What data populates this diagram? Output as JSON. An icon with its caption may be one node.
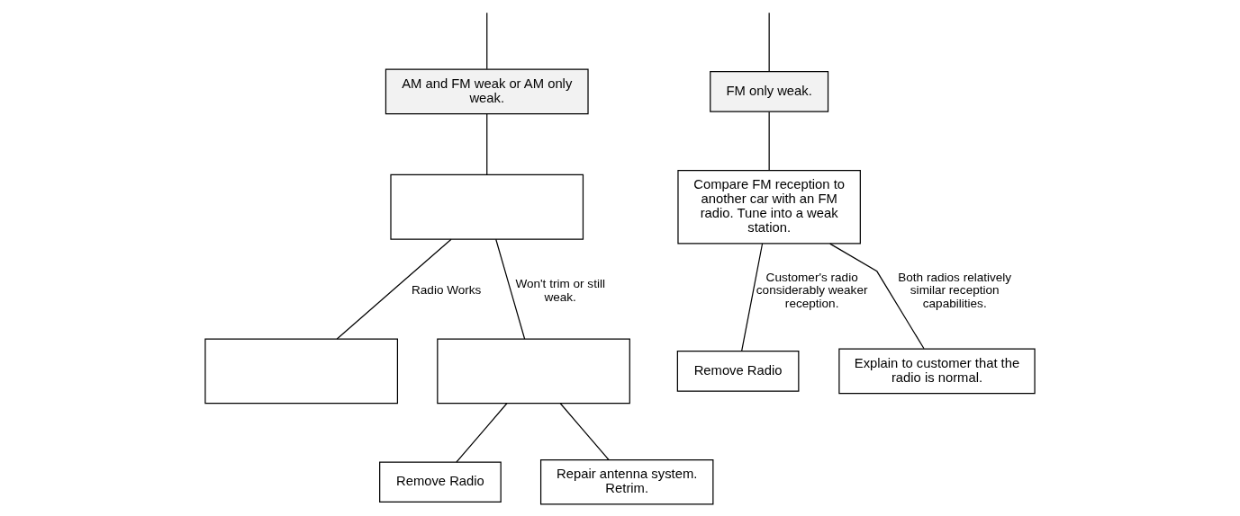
{
  "diagram": {
    "nodes": [
      {
        "text": [
          "AM and FM weak or AM only weak."
        ]
      },
      {
        "text": [
          "FM only weak."
        ]
      },
      {
        "text": [],
        "shape": "box"
      },
      {
        "text": [
          "Compare FM reception to another car with an FM radio. Tune into a weak station."
        ]
      },
      {
        "text": [],
        "shape": "box"
      },
      {
        "text": [],
        "shape": "box"
      },
      {
        "text": [
          "Remove Radio"
        ]
      },
      {
        "text": [
          "Repair antenna system. Retrim."
        ]
      },
      {
        "text": [
          "Remove Radio"
        ]
      },
      {
        "text": [
          "Explain to customer that the radio is normal."
        ]
      }
    ],
    "edges": [
      {
        "from": null,
        "to": 0,
        "arrow": "none"
      },
      {
        "from": null,
        "to": 1,
        "arrow": "none"
      },
      {
        "from": 0,
        "to": 2,
        "arrow": "none"
      },
      {
        "from": 1,
        "to": 3,
        "arrow": "none"
      },
      {
        "from": 2,
        "to": 4,
        "arrow": "none",
        "label": "Radio Works"
      },
      {
        "from": 2,
        "to": 5,
        "arrow": "none",
        "label": "Won't trim or still weak."
      },
      {
        "from": 5,
        "to": 6,
        "arrow": "none"
      },
      {
        "from": 5,
        "to": 7,
        "arrow": "none"
      },
      {
        "from": 3,
        "to": 8,
        "arrow": "none",
        "label": "Customer's radio considerably weaker reception."
      },
      {
        "from": 3,
        "to": 9,
        "arrow": "none",
        "label": "Both radios relatively similar reception capabilities."
      }
    ]
  }
}
